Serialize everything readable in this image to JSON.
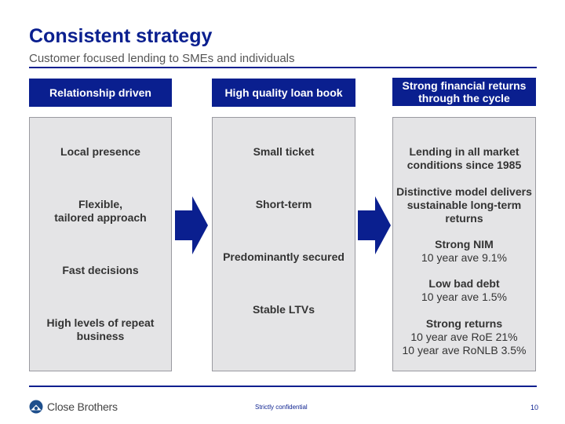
{
  "header": {
    "title": "Consistent strategy",
    "subtitle": "Customer focused lending to SMEs and individuals"
  },
  "columns": [
    {
      "heading": "Relationship driven",
      "items": [
        {
          "text": "Local presence"
        },
        {
          "text": "Flexible,\ntailored approach"
        },
        {
          "text": "Fast decisions"
        },
        {
          "text": "High levels of repeat\nbusiness"
        }
      ]
    },
    {
      "heading": "High quality loan book",
      "items": [
        {
          "text": "Small ticket"
        },
        {
          "text": "Short-term"
        },
        {
          "text": "Predominantly secured"
        },
        {
          "text": "Stable LTVs"
        }
      ]
    },
    {
      "heading": "Strong financial returns\nthrough the cycle",
      "items": [
        {
          "text": "Lending in all market\nconditions since 1985"
        },
        {
          "text": "Distinctive model delivers\nsustainable long-term\nreturns"
        },
        {
          "text": "Strong NIM",
          "detail": "10 year ave 9.1%"
        },
        {
          "text": "Low bad debt",
          "detail": "10 year ave 1.5%"
        },
        {
          "text": "Strong returns",
          "detail": "10 year ave RoE 21%\n10 year ave RoNLB 3.5%"
        }
      ]
    }
  ],
  "footer": {
    "company": "Close Brothers",
    "confidential": "Strictly confidential",
    "page": "10"
  },
  "colors": {
    "brand_blue": "#0a1f8f",
    "panel_bg": "#e4e4e6",
    "logo_blue": "#1e4f8c"
  },
  "icons": [
    "right-arrow-icon",
    "close-brothers-logo-icon"
  ]
}
